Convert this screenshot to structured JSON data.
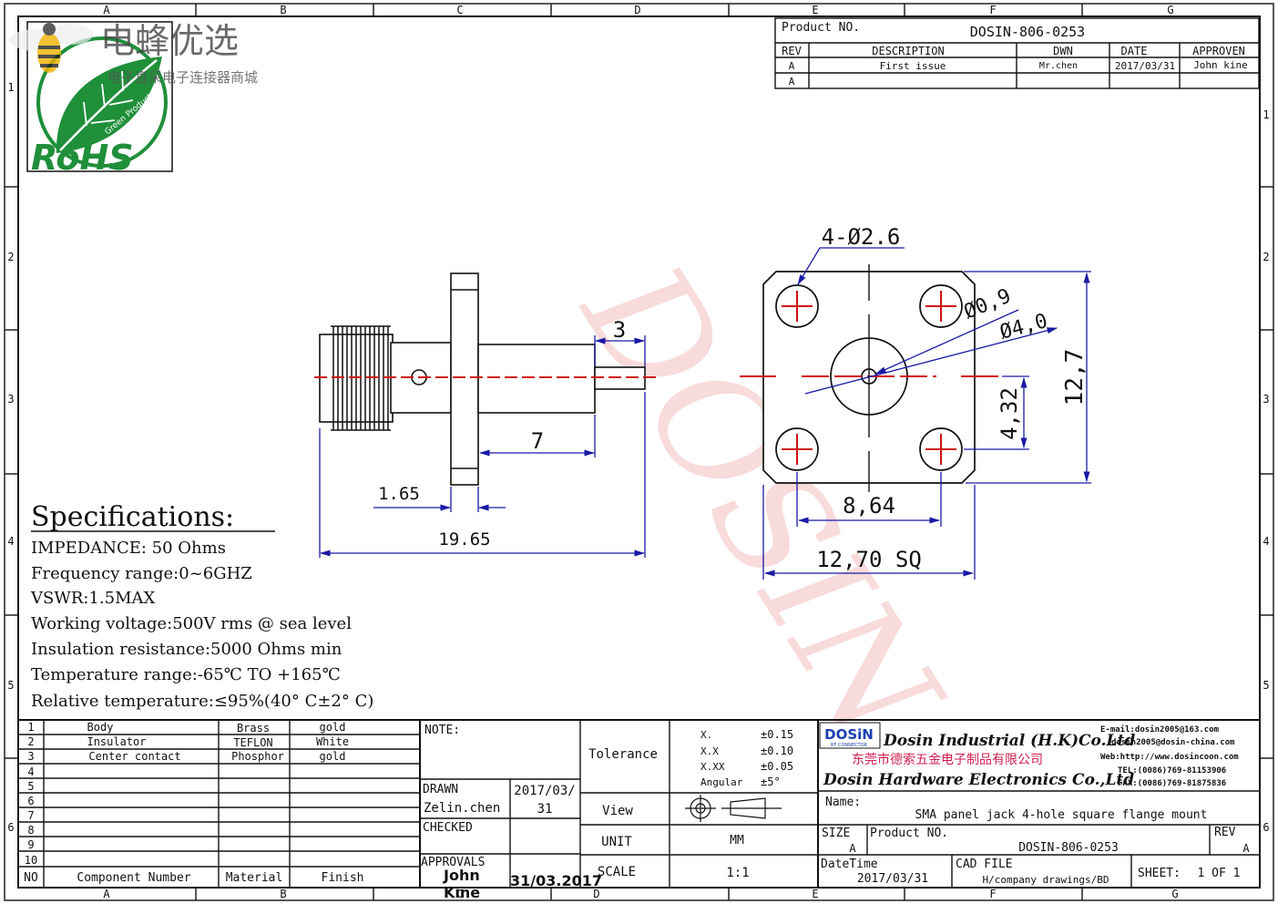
{
  "frame": {
    "cols": [
      "A",
      "B",
      "C",
      "D",
      "E",
      "F",
      "G"
    ],
    "rows": [
      "1",
      "2",
      "3",
      "4",
      "5",
      "6"
    ]
  },
  "logo": {
    "brand": "电蜂优选",
    "tagline": "电子直采电子连接器商城",
    "rohs": "RoHS",
    "green_product": "Green Product"
  },
  "watermark": "DOSIN",
  "header": {
    "product_no_label": "Product NO.",
    "product_no": "DOSIN-806-0253",
    "cols": {
      "rev": "REV",
      "description": "DESCRIPTION",
      "dwn": "DWN",
      "date": "DATE",
      "approven": "APPROVEN"
    },
    "rows": [
      {
        "rev": "A",
        "description": "First issue",
        "dwn": "Mr.chen",
        "date": "2017/03/31",
        "approven": "John kine"
      },
      {
        "rev": "A",
        "description": "",
        "dwn": "",
        "date": "",
        "approven": ""
      }
    ]
  },
  "dimensions": {
    "holes": "4-Ø2.6",
    "d09": "Ø0,9",
    "d40": "Ø4,0",
    "h127": "12,7",
    "h432": "4,32",
    "w864": "8,64",
    "sq": "12,70 SQ",
    "len3": "3",
    "len7": "7",
    "len165": "1.65",
    "len1965": "19.65"
  },
  "specs": {
    "title": "Specifications:",
    "lines": [
      "IMPEDANCE: 50 Ohms",
      "Frequency range:0~6GHZ",
      "VSWR:1.5MAX",
      "Working voltage:500V rms @ sea level",
      "Insulation resistance:5000 Ohms min",
      "Temperature range:-65℃ TO +165℃",
      "Relative temperature:≤95%(40° C±2° C)"
    ]
  },
  "bom": {
    "rows": [
      {
        "no": "1",
        "component": "Body",
        "material": "Brass",
        "finish": "gold"
      },
      {
        "no": "2",
        "component": "Insulator",
        "material": "TEFLON",
        "finish": "White"
      },
      {
        "no": "3",
        "component": "Center contact",
        "material": "Phosphor",
        "finish": "gold"
      },
      {
        "no": "4",
        "component": "",
        "material": "",
        "finish": ""
      },
      {
        "no": "5",
        "component": "",
        "material": "",
        "finish": ""
      },
      {
        "no": "6",
        "component": "",
        "material": "",
        "finish": ""
      },
      {
        "no": "7",
        "component": "",
        "material": "",
        "finish": ""
      },
      {
        "no": "8",
        "component": "",
        "material": "",
        "finish": ""
      },
      {
        "no": "9",
        "component": "",
        "material": "",
        "finish": ""
      },
      {
        "no": "10",
        "component": "",
        "material": "",
        "finish": ""
      }
    ],
    "footer": {
      "no": "NO",
      "component": "Component Number",
      "material": "Material",
      "finish": "Finish"
    }
  },
  "titleblock": {
    "note_label": "NOTE:",
    "drawn_label": "DRAWN",
    "drawn_name": "Zelin.chen",
    "drawn_date_1": "2017/03/",
    "drawn_date_2": "31",
    "checked_label": "CHECKED",
    "approvals_label": "APPROVALS",
    "approvals_name_1": "John",
    "approvals_name_2": "Kine",
    "approvals_date": "31/03.2017",
    "tolerance_label": "Tolerance",
    "tolerances": [
      {
        "k": "X.",
        "v": "±0.15"
      },
      {
        "k": "X.X",
        "v": "±0.10"
      },
      {
        "k": "X.XX",
        "v": "±0.05"
      },
      {
        "k": "Angular",
        "v": "±5°"
      }
    ],
    "view_label": "View",
    "unit_label": "UNIT",
    "unit_value": "MM",
    "scale_label": "SCALE",
    "scale_value": "1:1",
    "company_logo": "DOSiN",
    "company_logo_sub": "RF CONNECTOR",
    "company_1": "Dosin Industrial (H.K)Co.Ltd",
    "company_cn": "东莞市德索五金电子制品有限公司",
    "company_2": "Dosin Hardware Electronics Co.,Ltd",
    "email": "E-mail:dosin2005@163.com",
    "email2": "dosin2005@dosin-china.com",
    "web": "Web:http://www.dosincoon.com",
    "tel": "TEL:(0086)769-81153906",
    "fax": "FAX:(0086)769-81875836",
    "name_label": "Name:",
    "name_value": "SMA panel jack 4-hole square flange mount",
    "size_label": "SIZE",
    "size_value": "A",
    "pn_label": "Product NO.",
    "pn_value": "DOSIN-806-0253",
    "rev_label": "REV",
    "rev_value": "A",
    "datetime_label": "DateTime",
    "datetime_value": "2017/03/31",
    "cad_label": "CAD FILE",
    "cad_value": "H/company drawings/BD",
    "sheet_label": "SHEET:",
    "sheet_value": "1 OF 1"
  }
}
